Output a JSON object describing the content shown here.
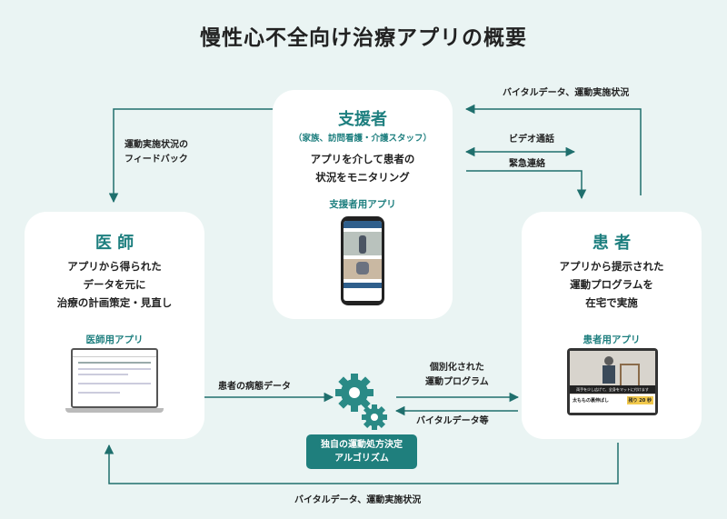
{
  "title": "慢性心不全向け治療アプリの概要",
  "supporter": {
    "heading": "支援者",
    "sub": "（家族、訪問看護・介護スタッフ）",
    "lines": [
      "アプリを介して患者の",
      "状況をモニタリング"
    ],
    "app_label": "支援者用アプリ"
  },
  "doctor": {
    "heading": "医 師",
    "lines": [
      "アプリから得られた",
      "データを元に",
      "治療の計画策定・見直し"
    ],
    "app_label": "医師用アプリ"
  },
  "patient": {
    "heading": "患 者",
    "lines": [
      "アプリから提示された",
      "運動プログラムを",
      "在宅で実施"
    ],
    "app_label": "患者用アプリ",
    "tablet_caption": "両手を少し広げて、全身をマットに付けます",
    "tablet_exercise": "太ももの裏伸ばし",
    "tablet_count": "残り 20 秒"
  },
  "algorithm": {
    "lines": [
      "独自の運動処方決定",
      "アルゴリズム"
    ]
  },
  "arrows": {
    "top_right": "バイタルデータ、運動実施状況",
    "video_call": "ビデオ通話",
    "emergency": "緊急連絡",
    "feedback": [
      "運動実施状況の",
      "フィードバック"
    ],
    "disease_data": "患者の病態データ",
    "program": [
      "個別化された",
      "運動プログラム"
    ],
    "vitals": "バイタルデータ等",
    "bottom": "バイタルデータ、運動実施状況"
  },
  "colors": {
    "accent": "#1e7f7f",
    "background": "#eaf4f3",
    "arrow": "#1f6f6d"
  }
}
